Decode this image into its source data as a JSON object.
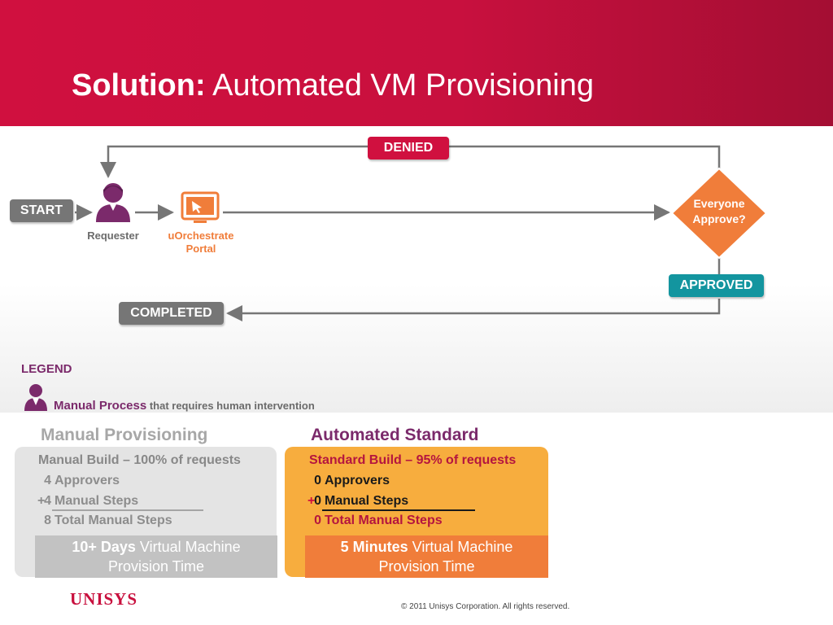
{
  "title": {
    "bold": "Solution:",
    "rest": " Automated VM Provisioning"
  },
  "flow": {
    "start": "START",
    "requester": "Requester",
    "portal_line1": "uOrchestrate",
    "portal_line2": "Portal",
    "decision_line1": "Everyone",
    "decision_line2": "Approve?",
    "denied": "DENIED",
    "approved": "APPROVED",
    "completed": "COMPLETED"
  },
  "legend": {
    "title": "LEGEND",
    "strong": "Manual Process",
    "rest": " that requires human intervention"
  },
  "manual": {
    "title": "Manual Provisioning",
    "header": "Manual Build – 100% of requests",
    "line1_num": "4",
    "line1_text": "Approvers",
    "plus": "+",
    "line2_num": "4",
    "line2_text": "Manual Steps",
    "line3_num": "8",
    "line3_text": "Total Manual Steps",
    "time_bold": "10+ Days",
    "time_rest": " Virtual Machine",
    "time_line2": "Provision Time"
  },
  "automated": {
    "title": "Automated Standard",
    "header": "Standard Build – 95% of requests",
    "line1_num": "0",
    "line1_text": "Approvers",
    "plus": "+",
    "line2_num": "0",
    "line2_text": "Manual Steps",
    "line3_num": "0",
    "line3_text": "Total Manual Steps",
    "time_bold": "5 Minutes",
    "time_rest": " Virtual Machine",
    "time_line2": "Provision Time"
  },
  "footer": {
    "logo": "UNISYS",
    "copyright": "© 2011 Unisys Corporation. All rights reserved."
  },
  "colors": {
    "header_red": "#c8103e",
    "purple": "#7b2a6b",
    "orange": "#f07d3a",
    "teal": "#13959f",
    "gray": "#767676",
    "panel_orange": "#f7ad3e",
    "panel_gray": "#e4e4e4"
  },
  "icons": {
    "requester": "person-icon",
    "portal": "monitor-cursor-icon",
    "legend": "person-icon"
  }
}
